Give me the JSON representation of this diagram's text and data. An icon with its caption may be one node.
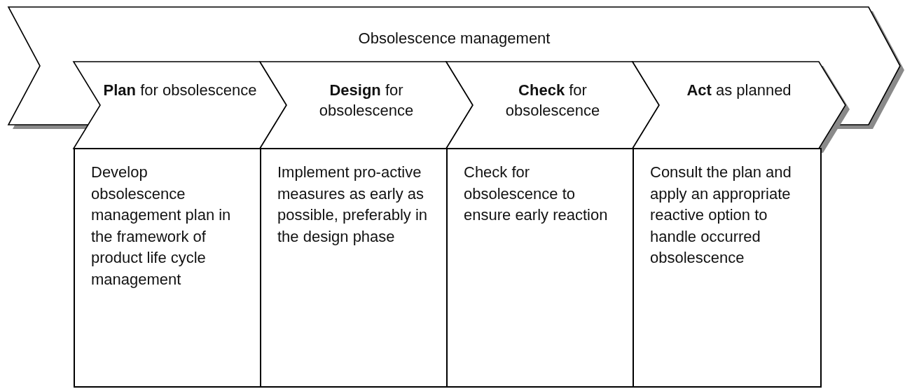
{
  "diagram": {
    "nodes": [
      {
        "text": [
          "Obsolescence management"
        ]
      },
      {
        "text": [
          "**Plan** for obsolescence"
        ]
      },
      {
        "text": [
          "**Design** for obsolescence"
        ]
      },
      {
        "text": [
          "**Check** for obsolescence"
        ]
      },
      {
        "text": [
          "**Act** as planned"
        ]
      },
      {
        "text": [
          "Develop obsolescence management plan in the framework of product life cycle management"
        ]
      },
      {
        "text": [
          "Implement pro-active measures as early as possible, preferably in the design phase"
        ]
      },
      {
        "text": [
          "Check for obsolescence to ensure early reaction"
        ]
      },
      {
        "text": [
          "Consult the plan and apply an appropriate reactive option to handle occurred obsolescence"
        ]
      }
    ]
  }
}
